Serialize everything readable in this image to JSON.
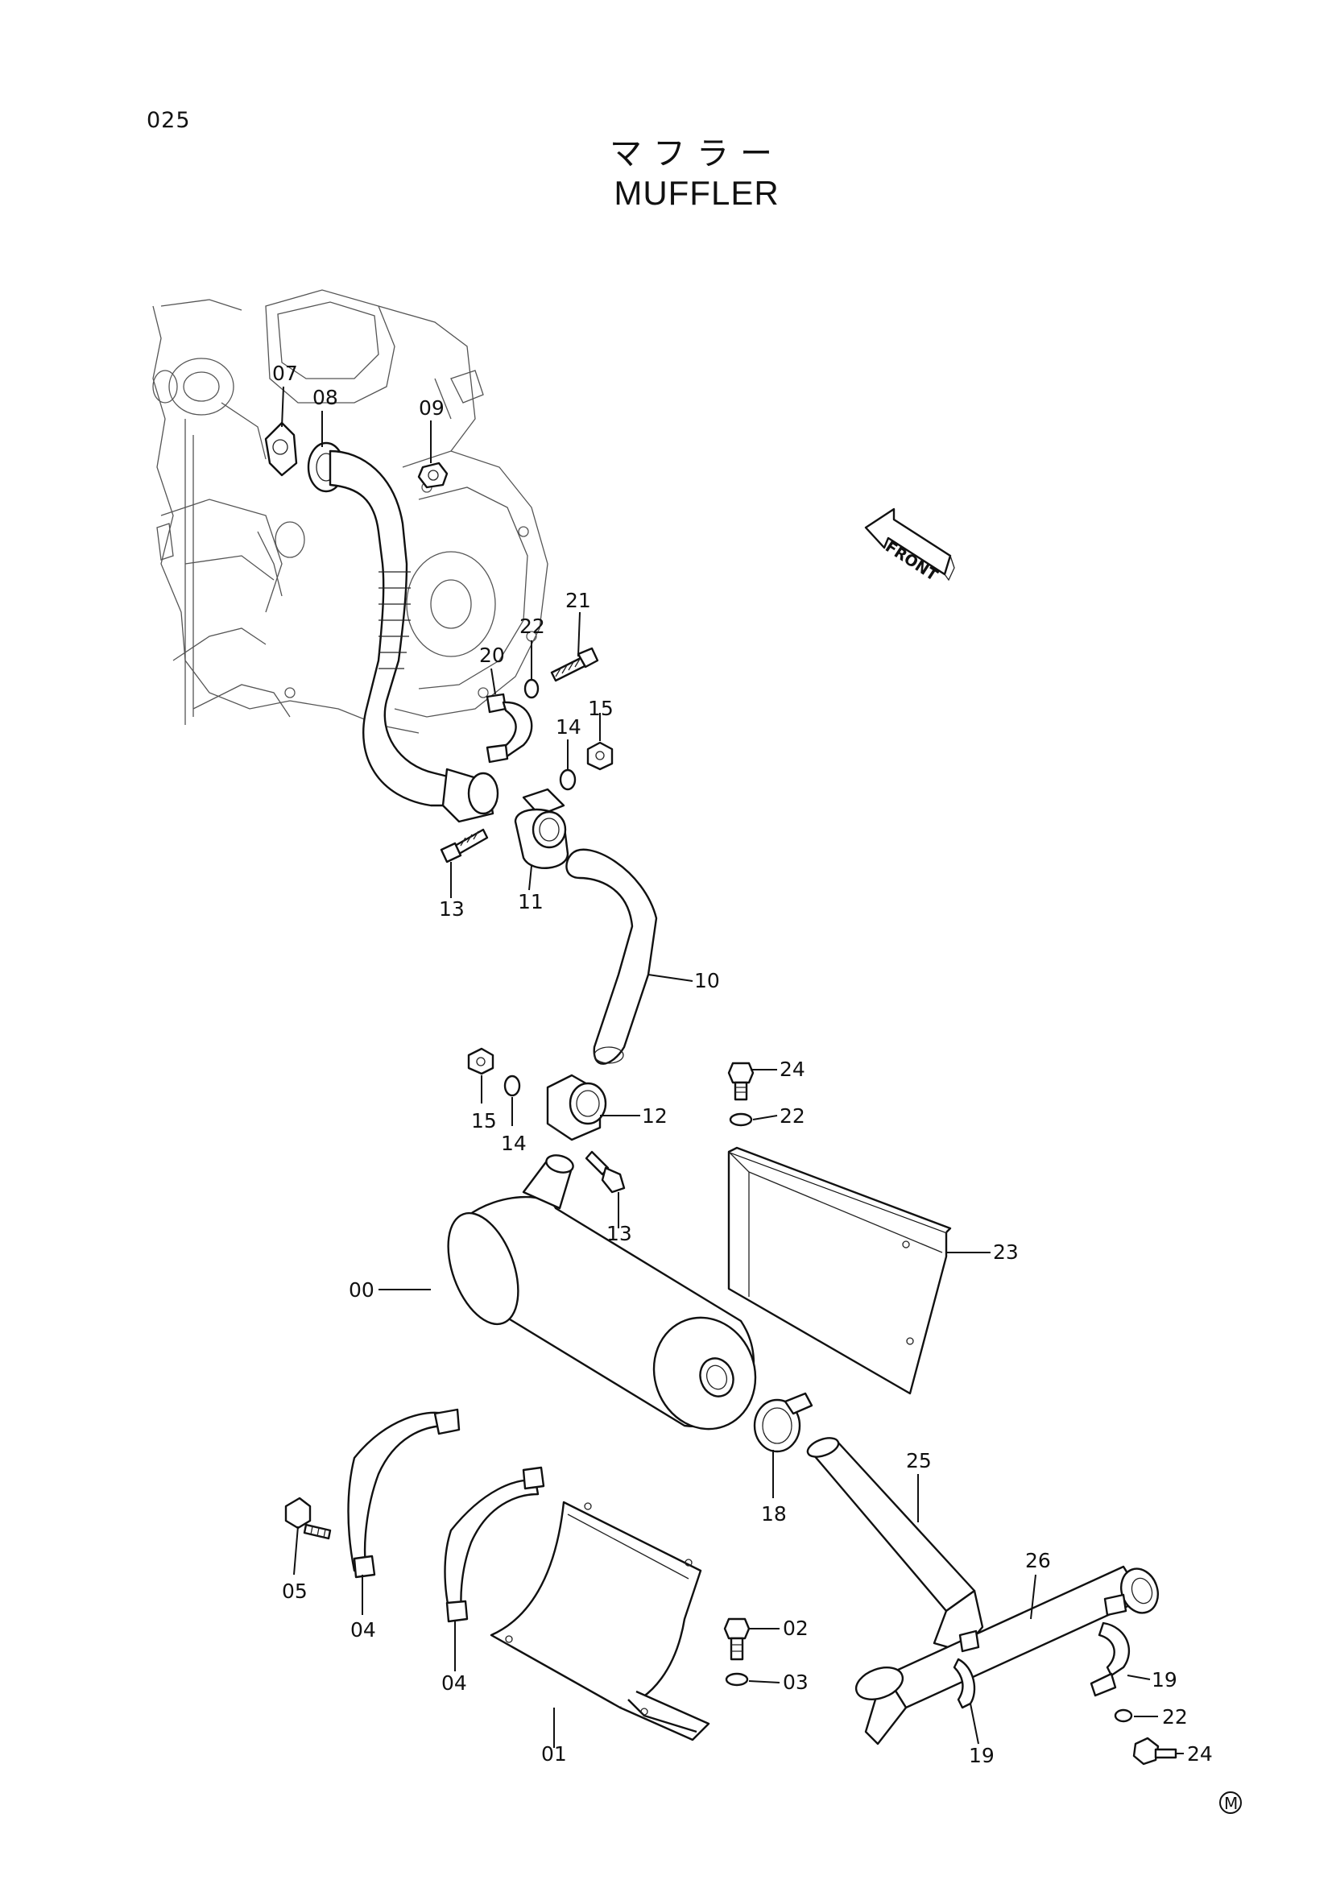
{
  "page_number": "025",
  "title_ja": "マフラー",
  "title_en": "MUFFLER",
  "front_label": "FRONT",
  "mark": "M",
  "callouts": {
    "p00": "00",
    "p01": "01",
    "p02": "02",
    "p03": "03",
    "p04a": "04",
    "p04b": "04",
    "p05": "05",
    "p07": "07",
    "p08": "08",
    "p09": "09",
    "p10": "10",
    "p11": "11",
    "p12": "12",
    "p13a": "13",
    "p13b": "13",
    "p14a": "14",
    "p14b": "14",
    "p15a": "15",
    "p15b": "15",
    "p18": "18",
    "p19a": "19",
    "p19b": "19",
    "p20": "20",
    "p21": "21",
    "p22a": "22",
    "p22b": "22",
    "p22c": "22",
    "p23": "23",
    "p24a": "24",
    "p24b": "24",
    "p25": "25",
    "p26": "26"
  }
}
